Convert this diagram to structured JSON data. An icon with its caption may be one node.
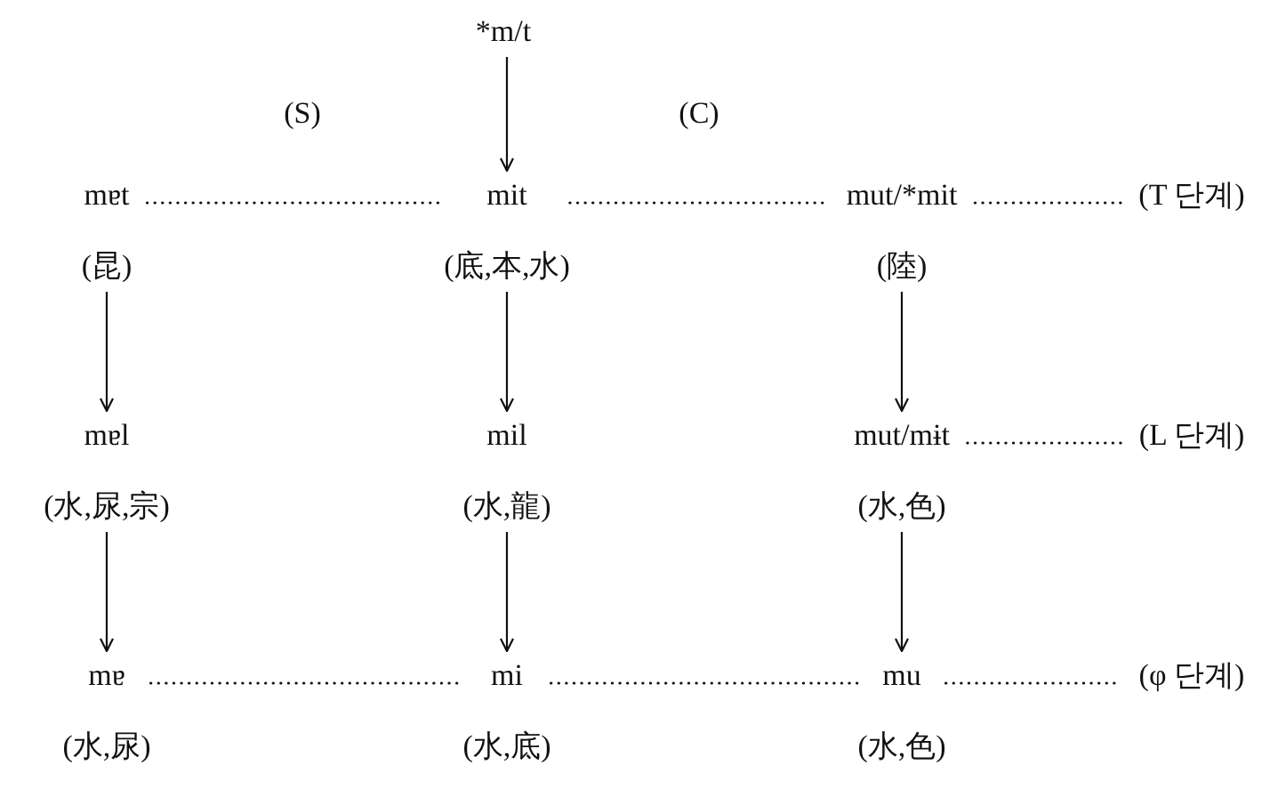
{
  "diagram": {
    "nodes": [
      {
        "text": [
          "*m/t"
        ]
      },
      {
        "text": [
          "mɐt"
        ],
        "beside": [
          "(昆)"
        ]
      },
      {
        "text": [
          "mit"
        ],
        "beside": [
          "(底,本,水)"
        ]
      },
      {
        "text": [
          "mut/*mit"
        ],
        "beside": [
          "(陸)"
        ]
      },
      {
        "text": [
          "(T 단계)"
        ]
      },
      {
        "text": [
          "mɐl"
        ],
        "beside": [
          "(水,尿,宗)"
        ]
      },
      {
        "text": [
          "mil"
        ],
        "beside": [
          "(水,龍)"
        ]
      },
      {
        "text": [
          "mut/mɨt"
        ],
        "beside": [
          "(水,色)"
        ]
      },
      {
        "text": [
          "(L 단계)"
        ]
      },
      {
        "text": [
          "mɐ"
        ],
        "beside": [
          "(水,尿)"
        ]
      },
      {
        "text": [
          "mi"
        ],
        "beside": [
          "(水,底)"
        ]
      },
      {
        "text": [
          "mu"
        ],
        "beside": [
          "(水,色)"
        ]
      },
      {
        "text": [
          "(φ 단계)"
        ]
      }
    ],
    "edges": [
      {
        "from": 0,
        "to": 2,
        "arrow": "to"
      },
      {
        "from": 1,
        "to": 2,
        "arrow": "none",
        "style": "dashed"
      },
      {
        "from": 2,
        "to": 3,
        "arrow": "none",
        "style": "dashed"
      },
      {
        "from": 3,
        "to": 4,
        "arrow": "none",
        "style": "dashed"
      },
      {
        "from": 1,
        "to": 5,
        "arrow": "to"
      },
      {
        "from": 2,
        "to": 6,
        "arrow": "to"
      },
      {
        "from": 3,
        "to": 7,
        "arrow": "to"
      },
      {
        "from": 7,
        "to": 8,
        "arrow": "none",
        "style": "dashed"
      },
      {
        "from": 5,
        "to": 9,
        "arrow": "to"
      },
      {
        "from": 6,
        "to": 10,
        "arrow": "to"
      },
      {
        "from": 7,
        "to": 11,
        "arrow": "to"
      },
      {
        "from": 9,
        "to": 10,
        "arrow": "none",
        "style": "dashed"
      },
      {
        "from": 10,
        "to": 11,
        "arrow": "none",
        "style": "dashed"
      },
      {
        "from": 11,
        "to": 12,
        "arrow": "none",
        "style": "dashed"
      }
    ],
    "labels": [
      "(S)",
      "(C)"
    ]
  }
}
